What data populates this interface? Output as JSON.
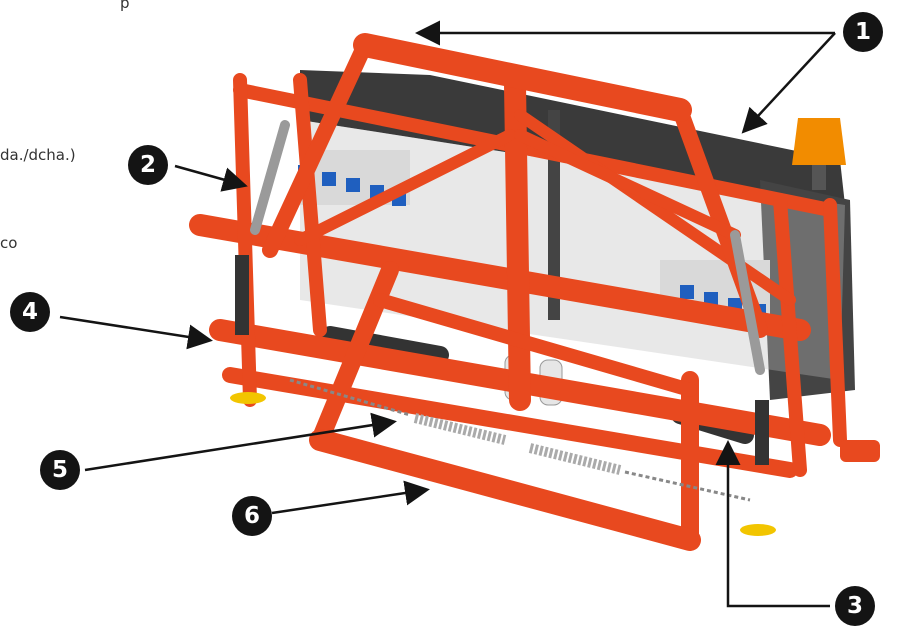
{
  "side_texts": {
    "top": "p",
    "middle": "da./dcha.)",
    "lower": "co"
  },
  "callouts": [
    {
      "number": "1"
    },
    {
      "number": "2"
    },
    {
      "number": "3"
    },
    {
      "number": "4"
    },
    {
      "number": "5"
    },
    {
      "number": "6"
    }
  ],
  "colors": {
    "frame": "#e8491f",
    "frame_dark": "#b8320f",
    "panel": "#3a3a3a",
    "cylinder": "#9a9a9a",
    "valve_blue": "#1f5fbf",
    "beacon": "#f28c00",
    "pad_yellow": "#f2c500",
    "badge": "#141414"
  }
}
